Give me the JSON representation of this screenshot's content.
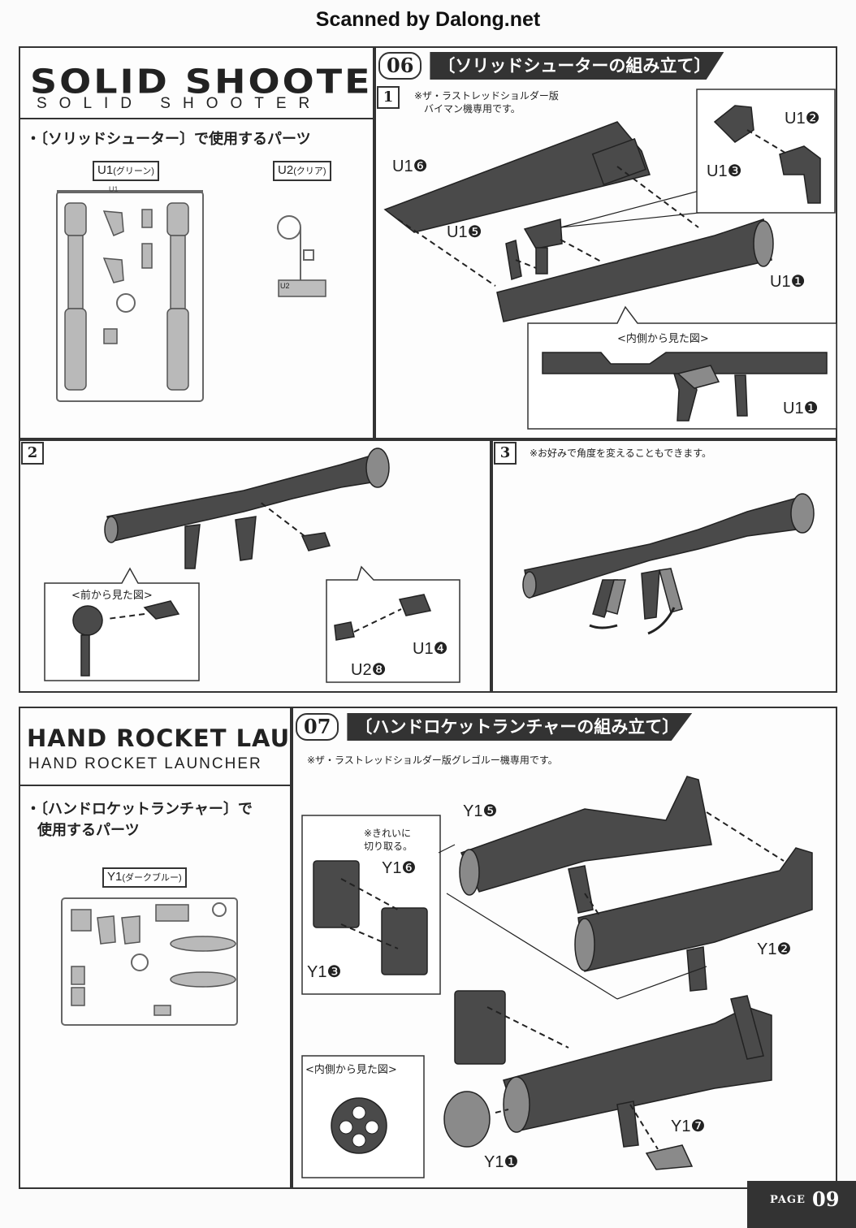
{
  "header": {
    "credit": "Scanned by Dalong.net"
  },
  "solid_shooter": {
    "logo_stylized": "SOLID SHOOTER",
    "logo_sub": "SOLID SHOOTER",
    "parts_title": "・〔ソリッドシューター〕で使用するパーツ",
    "runners": [
      {
        "name": "U1",
        "color": "(グリーン)"
      },
      {
        "name": "U2",
        "color": "(クリア)"
      }
    ],
    "runner_tag_u1": "U1",
    "runner_tag_u2": "U2"
  },
  "section06": {
    "number": "06",
    "title": "〔ソリッドシューターの組み立て〕",
    "step1": {
      "no": "1",
      "note_line1": "※ザ・ラストレッドショルダー版",
      "note_line2": "バイマン機専用です。",
      "labels": [
        "U1❻",
        "U1❺",
        "U1❷",
        "U1❸",
        "U1❶"
      ],
      "inset_title": "<内側から見た図>",
      "inset_label": "U1❶"
    },
    "step2": {
      "no": "2",
      "inset_front_title": "<前から見た図>",
      "labels": [
        "U1❹",
        "U2❽"
      ]
    },
    "step3": {
      "no": "3",
      "note": "※お好みで角度を変えることもできます。"
    }
  },
  "hand_rocket": {
    "logo_stylized": "HAND ROCKET LAUNCHER",
    "logo_sub": "HAND ROCKET LAUNCHER",
    "parts_title_line1": "・〔ハンドロケットランチャー〕で",
    "parts_title_line2": "使用するパーツ",
    "runner": {
      "name": "Y1",
      "color": "(ダークブルー)"
    }
  },
  "section07": {
    "number": "07",
    "title": "〔ハンドロケットランチャーの組み立て〕",
    "note": "※ザ・ラストレッドショルダー版グレゴルー機専用です。",
    "cut_note_line1": "※きれいに",
    "cut_note_line2": "切り取る。",
    "labels": [
      "Y1❺",
      "Y1❷",
      "Y1❻",
      "Y1❸",
      "Y1❶",
      "Y1❼"
    ],
    "inset_title": "<内側から見た図>"
  },
  "footer": {
    "page_label": "PAGE",
    "page_number": "09"
  }
}
